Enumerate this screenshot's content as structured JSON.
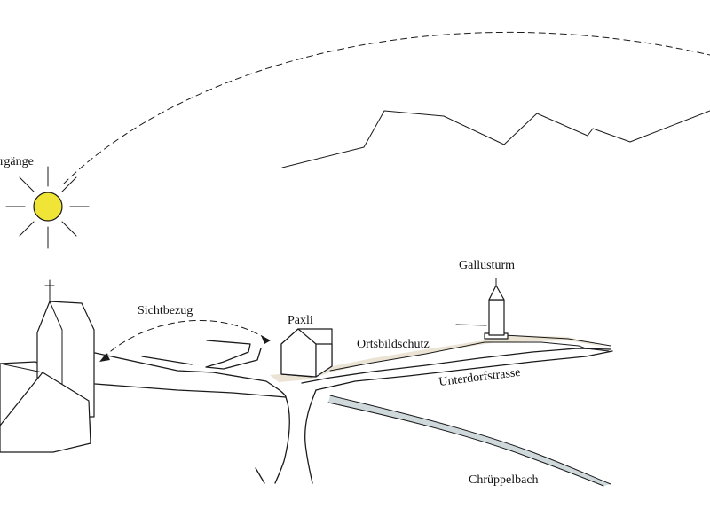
{
  "labels": {
    "sunsets": "rgänge",
    "sightline": "Sichtbezug",
    "house": "Paxli",
    "tower": "Gallusturm",
    "protection": "Ortsbildschutz",
    "street": "Unterdorfstrasse",
    "stream": "Chrüppelbach"
  },
  "colors": {
    "sun": "#f0e436",
    "protection_zone": "#ebe4d4",
    "stream_water": "#cfd9dc",
    "ink": "#1a1a1a"
  },
  "icons": {
    "sun": "sun-icon",
    "church": "church-icon",
    "house": "house-icon",
    "tower": "tower-icon"
  }
}
